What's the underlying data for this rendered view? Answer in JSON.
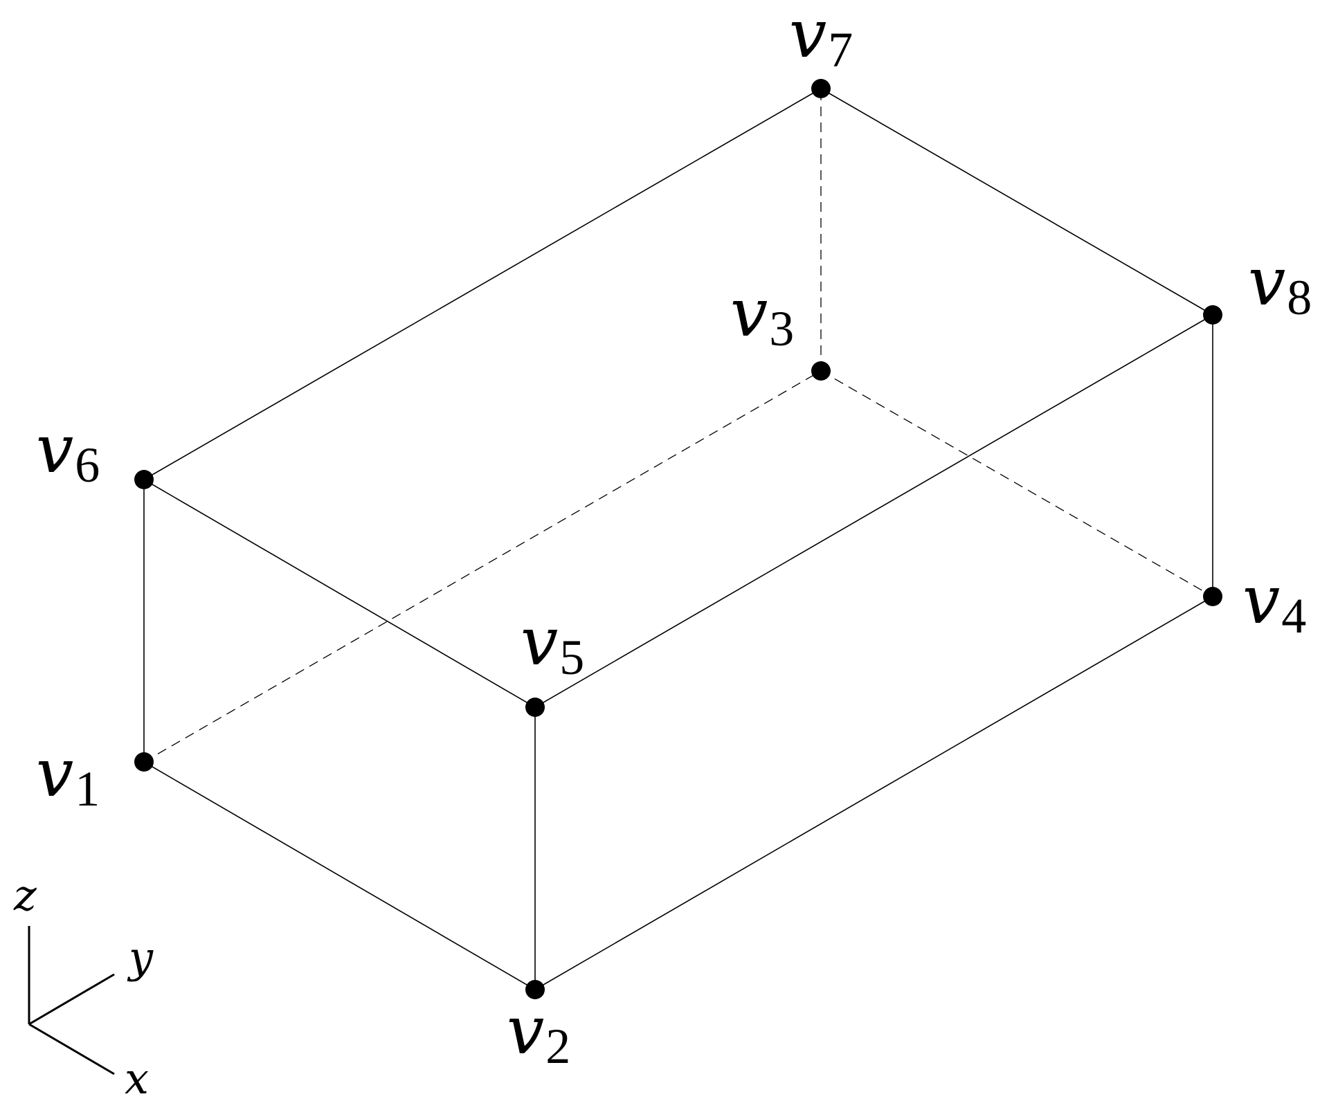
{
  "diagram": {
    "type": "rectangular-box-3d",
    "vertices": [
      {
        "id": "v1",
        "letter": "v",
        "sub": "1"
      },
      {
        "id": "v2",
        "letter": "v",
        "sub": "2"
      },
      {
        "id": "v3",
        "letter": "v",
        "sub": "3"
      },
      {
        "id": "v4",
        "letter": "v",
        "sub": "4"
      },
      {
        "id": "v5",
        "letter": "v",
        "sub": "5"
      },
      {
        "id": "v6",
        "letter": "v",
        "sub": "6"
      },
      {
        "id": "v7",
        "letter": "v",
        "sub": "7"
      },
      {
        "id": "v8",
        "letter": "v",
        "sub": "8"
      }
    ],
    "edges": [
      {
        "from": "v1",
        "to": "v2",
        "style": "solid"
      },
      {
        "from": "v2",
        "to": "v4",
        "style": "solid"
      },
      {
        "from": "v1",
        "to": "v6",
        "style": "solid"
      },
      {
        "from": "v2",
        "to": "v5",
        "style": "solid"
      },
      {
        "from": "v4",
        "to": "v8",
        "style": "solid"
      },
      {
        "from": "v6",
        "to": "v5",
        "style": "solid"
      },
      {
        "from": "v5",
        "to": "v8",
        "style": "solid"
      },
      {
        "from": "v6",
        "to": "v7",
        "style": "solid"
      },
      {
        "from": "v7",
        "to": "v8",
        "style": "solid"
      },
      {
        "from": "v1",
        "to": "v3",
        "style": "dashed"
      },
      {
        "from": "v3",
        "to": "v4",
        "style": "dashed"
      },
      {
        "from": "v3",
        "to": "v7",
        "style": "dashed"
      }
    ],
    "axes": {
      "z": "z",
      "y": "y",
      "x": "x"
    }
  }
}
